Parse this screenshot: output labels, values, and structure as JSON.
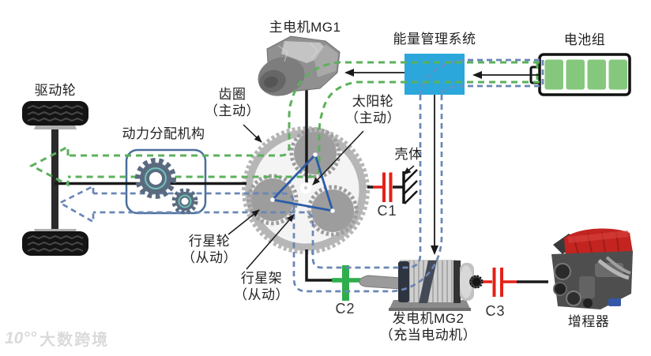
{
  "labels": {
    "drive_wheel": "驱动轮",
    "power_split": "动力分配机构",
    "ring_gear": {
      "line1": "齿圈",
      "line2": "（主动）"
    },
    "mg1": "主电机MG1",
    "sun_gear": {
      "line1": "太阳轮",
      "line2": "（主动）"
    },
    "ems": "能量管理系统",
    "battery": "电池组",
    "housing": "壳体",
    "c1": "C1",
    "c2": "C2",
    "c3": "C3",
    "planet_gear": {
      "line1": "行星轮",
      "line2": "（从动）"
    },
    "carrier": {
      "line1": "行星架",
      "line2": "（从动）"
    },
    "mg2": {
      "line1": "发电机MG2",
      "line2": "（充当电动机）"
    },
    "range_extender": "增程器"
  },
  "watermark": {
    "logo": "10°°",
    "text": "大数跨境"
  },
  "colors": {
    "flow_green": "#5bb15b",
    "flow_blue": "#6a86b5",
    "symbol_red": "#e32119",
    "clutch_green": "#2fae4d",
    "ems_blue": "#2ba7dc",
    "battery_cell_green": "#85c87d",
    "carrier_blue": "#2b5ca9",
    "line_black": "#1a1a1a"
  }
}
